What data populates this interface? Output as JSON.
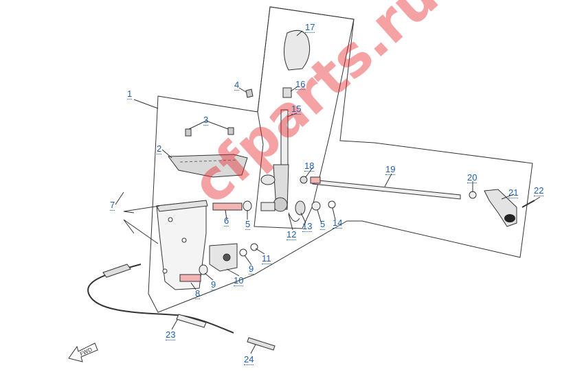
{
  "diagram": {
    "callouts": [
      {
        "id": "c1",
        "text": "1"
      },
      {
        "id": "c2",
        "text": "2"
      },
      {
        "id": "c3",
        "text": "3"
      },
      {
        "id": "c4",
        "text": "4"
      },
      {
        "id": "c5a",
        "text": "5"
      },
      {
        "id": "c5b",
        "text": "5"
      },
      {
        "id": "c6",
        "text": "6"
      },
      {
        "id": "c7",
        "text": "7"
      },
      {
        "id": "c8",
        "text": "8"
      },
      {
        "id": "c9a",
        "text": "9"
      },
      {
        "id": "c9b",
        "text": "9"
      },
      {
        "id": "c10",
        "text": "10"
      },
      {
        "id": "c11",
        "text": "11"
      },
      {
        "id": "c12",
        "text": "12"
      },
      {
        "id": "c13",
        "text": "13"
      },
      {
        "id": "c14",
        "text": "14"
      },
      {
        "id": "c15",
        "text": "15"
      },
      {
        "id": "c16",
        "text": "16"
      },
      {
        "id": "c17",
        "text": "17"
      },
      {
        "id": "c18",
        "text": "18"
      },
      {
        "id": "c19",
        "text": "19"
      },
      {
        "id": "c20",
        "text": "20"
      },
      {
        "id": "c21",
        "text": "21"
      },
      {
        "id": "c22",
        "text": "22"
      },
      {
        "id": "c23",
        "text": "23"
      },
      {
        "id": "c24",
        "text": "24"
      }
    ],
    "fwd_arrow_label": "FWD",
    "watermark_text": "cfparts.ru",
    "colors": {
      "callout": "#1f5fae",
      "line": "#333333",
      "highlight": "#f3b4b4",
      "watermark": "#e9232b"
    }
  }
}
